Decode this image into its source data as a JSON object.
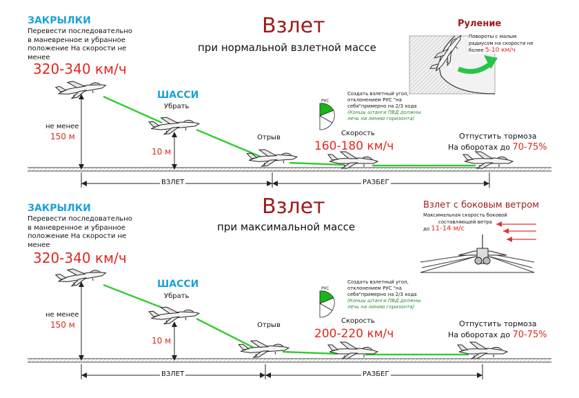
{
  "panels": [
    {
      "title": "Взлет",
      "subtitle": "при нормальной взлетной массе",
      "flaps": {
        "title": "ЗАКРЫЛКИ",
        "lines": [
          "Перевести последовательно",
          "в маневренное и убранное",
          "положение  На скорости не",
          "менее"
        ],
        "speed": "320-340 км/ч"
      },
      "gear": {
        "title": "ШАССИ",
        "action": "Убрать"
      },
      "min_alt": {
        "label": "не менее",
        "value": "150 м"
      },
      "gear_alt": "10 м",
      "liftoff": "Отрыв",
      "stick": {
        "lines": [
          "Создать взлетный угол,",
          "отклонением РУС \"на",
          "себя\"примерно на 2/3 хода"
        ],
        "note": [
          "(Концы штанги ПВД должны",
          "лечь на линию горизонта)"
        ],
        "ruc": "РУС"
      },
      "speed": {
        "label": "Скорость",
        "value": "160-180 км/ч"
      },
      "brakes": {
        "line1": "Отпустить тормоза",
        "line2": "На оборотах до ",
        "rpm": "70-75%"
      },
      "axis": {
        "left": "ВЗЛЕТ",
        "right": "РАЗБЕГ"
      },
      "inset": {
        "title": "Руление",
        "lines": [
          "Повороты с малым",
          "радиусом на скорости не",
          "более "
        ],
        "value": "5-10 км/ч"
      }
    },
    {
      "title": "Взлет",
      "subtitle": "при максимальной массе",
      "flaps": {
        "title": "ЗАКРЫЛКИ",
        "lines": [
          "Перевести последовательно",
          "в маневренное и убранное",
          "положение  На скорости не",
          "менее"
        ],
        "speed": "320-340 км/ч"
      },
      "gear": {
        "title": "ШАССИ",
        "action": "Убрать"
      },
      "min_alt": {
        "label": "не менее",
        "value": "150 м"
      },
      "gear_alt": "10 м",
      "liftoff": "Отрыв",
      "stick": {
        "lines": [
          "Создать взлетный угол,",
          "отклонением РУС \"на",
          "себя\"примерно на 2/3 хода"
        ],
        "note": [
          "(Концы штанги ПВД должны",
          "лечь на линию горизонта)"
        ],
        "ruc": "РУС"
      },
      "speed": {
        "label": "Скорость",
        "value": "200-220 км/ч"
      },
      "brakes": {
        "line1": "Отпустить тормоза",
        "line2": "На оборотах до ",
        "rpm": "70-75%"
      },
      "axis": {
        "left": "ВЗЛЕТ",
        "right": "РАЗБЕГ"
      },
      "inset": {
        "title": "Взлет с боковым ветром",
        "lines": [
          "Максимальная скорость боковой",
          "составляющей ветра",
          "до "
        ],
        "value": "11-14 м/с"
      }
    }
  ],
  "colors": {
    "accent_blue": "#1da1d8",
    "speed_red": "#e0261d",
    "title_red": "#9b1b1b",
    "path_green": "#33cc33"
  }
}
